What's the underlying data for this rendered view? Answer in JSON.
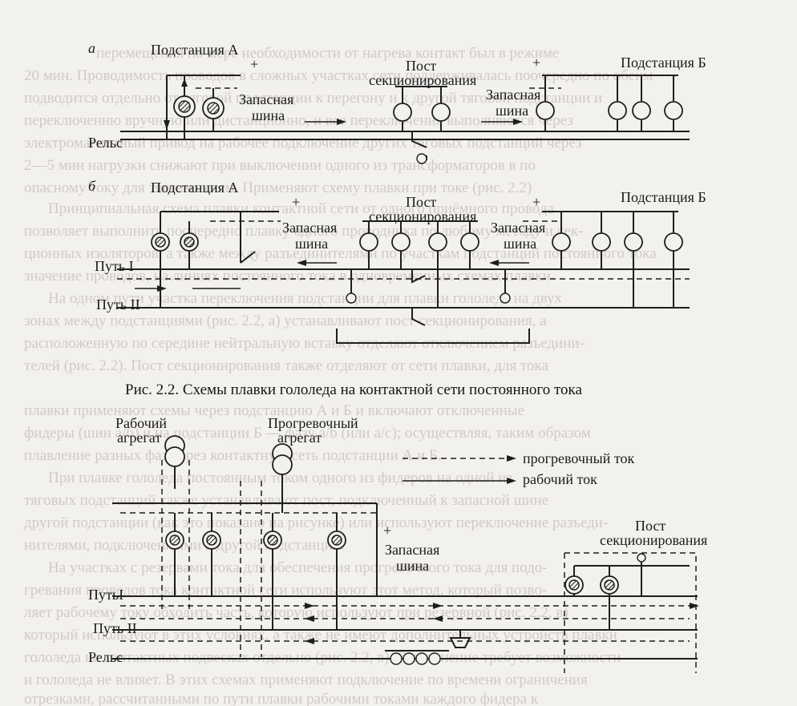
{
  "background_text": [
    "перемещения по мере необходимости от нагрева контакт был в режиме",
    "20 мин. Проводимость проводов в сложных участках сети поддерживалась поочередно по обеим",
    "подводится отдельно от тяговой подстанции к перегону и к другой тяговой подстанции и",
    "переключению вручную или дистанционно, и все переключения выполняются через",
    "электромагнитный привод на рабочее подключение других тяговых подстанций через",
    "2—5 мин нагрузки снижают при выключении одного из трансформаторов в по",
    "опасному току для тяговых схем. Применяют схему плавки при токе (рис. 2.2)",
    "Принципиальная схема плавки контактной сети от одного приёмного провода",
    "позволяет выполнить поочередно плавку одного проводника по любому методу и сек-",
    "ционных изоляторов, а также между разъединителями по участкам подстанций постоянного тока",
    "значение проводов, на линиях постоянного тока в одновременных схемах плавки",
    "На одном пути участка переключения подстанции для плавки гололеда на двух",
    "зонах между подстанциями (рис. 2.2, а) устанавливают пост секционирования, а",
    "расположенную по середине нейтральную вставку отделяют отключением разъедини-",
    "телей (рис. 2.2). Пост секционирования также отделяют от сети плавки, для тока",
    "плавки применяют схемы через подстанцию А и Б и включают отключенные",
    "фидеры (шин a/б) и на подстанции Б — фазу a/b (или а/с); осуществляя, таким образом",
    "плавление разных фаз через контактную сеть подстанции А и Б.",
    "При плавке гололеда постоянным током одного из фидеров на одной из",
    "тяговых подстанций также устанавливают пост, подключенный к запасной шине",
    "другой подстанции (как это показано на рисунке) или используют переключение разъеди-",
    "нителями, подключенными к другой подстанции.",
    "На участках с резервами тока для обеспечения прогревочного тока для подо-",
    "гревания проводов тока контактной сети используют этот метод, который позво-",
    "ляет рабочему току обходить часть, которую используют при резервной (рис. 2.2, в)",
    "который используют в этих условиях, а также не имеют дополнительных устройств плавки",
    "гололеда на контактных подвесках отдельно (рис. 2.2, в). Выполнение требует возможности",
    "и гололеда не влияет. В этих схемах применяют подключение по времени ограничения",
    "отрезками, рассчитанными по пути плавки рабочими токами каждого фидера к"
  ],
  "diagram_a": {
    "letter": "а",
    "substation_a": "Подстанция А",
    "plus": "+",
    "post_line1": "Пост",
    "post_line2": "секционирования",
    "substation_b": "Подстанция Б",
    "reserve_left_1": "Запасная",
    "reserve_left_2": "шина",
    "reserve_right_1": "Запасная",
    "reserve_right_2": "шина",
    "rail": "Рельс"
  },
  "diagram_b": {
    "letter": "б",
    "substation_a": "Подстанция А",
    "plus": "+",
    "post_line1": "Пост",
    "post_line2": "секционирования",
    "substation_b": "Подстанция Б",
    "reserve_left_1": "Запасная",
    "reserve_left_2": "шина",
    "reserve_right_1": "Запасная",
    "reserve_right_2": "шина",
    "track1": "Путь I",
    "track2": "Путь II"
  },
  "caption": "Рис. 2.2. Схемы плавки гололеда на контактной сети постоянного тока",
  "diagram_c": {
    "work_unit_1": "Рабочий",
    "work_unit_2": "агрегат",
    "heat_unit_1": "Прогревочный",
    "heat_unit_2": "агрегат",
    "legend_heat": "прогревочный ток",
    "legend_work": "рабочий ток",
    "plus": "+",
    "reserve_1": "Запасная",
    "reserve_2": "шина",
    "post_line1": "Пост",
    "post_line2": "секционирования",
    "track1": "ПутьI",
    "track2": "Путь II",
    "rail": "Рельс"
  }
}
